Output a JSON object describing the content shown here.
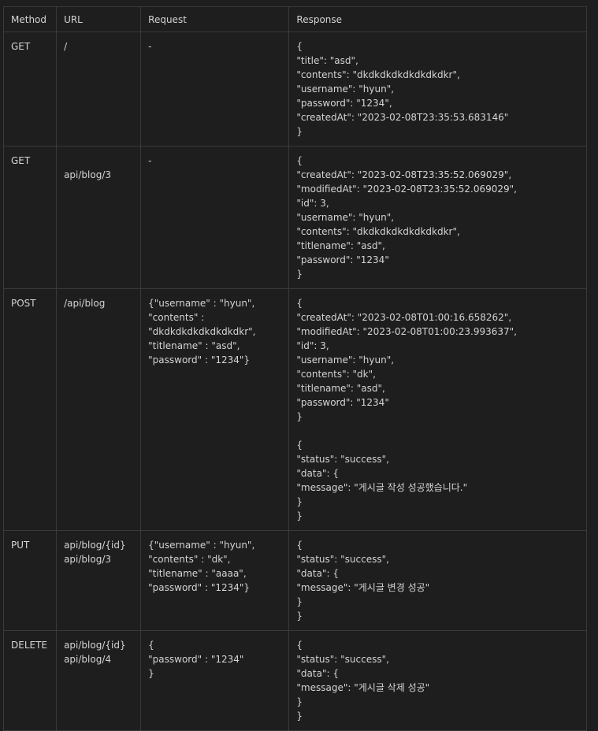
{
  "headers": {
    "method": "Method",
    "url": "URL",
    "request": "Request",
    "response": "Response"
  },
  "rows": [
    {
      "method": "GET",
      "url": [
        "/"
      ],
      "request": [
        "-"
      ],
      "response": [
        "{",
        "\"title\": \"asd\",",
        "\"contents\": \"dkdkdkdkdkdkdkdkr\",",
        "\"username\": \"hyun\",",
        "\"password\": \"1234\",",
        "\"createdAt\": \"2023-02-08T23:35:53.683146\"",
        "}"
      ]
    },
    {
      "method": "GET",
      "url": [
        "",
        "api/blog/3"
      ],
      "request": [
        "-"
      ],
      "response": [
        "{",
        "\"createdAt\": \"2023-02-08T23:35:52.069029\",",
        "\"modifiedAt\": \"2023-02-08T23:35:52.069029\",",
        "\"id\": 3,",
        "\"username\": \"hyun\",",
        "\"contents\": \"dkdkdkdkdkdkdkdkr\",",
        "\"titlename\": \"asd\",",
        "\"password\": \"1234\"",
        "}"
      ]
    },
    {
      "method": "POST",
      "url": [
        "/api/blog"
      ],
      "request": [
        "{\"username\" : \"hyun\",",
        "\"contents\" :",
        "\"dkdkdkdkdkdkdkdkr\",",
        "\"titlename\" : \"asd\",",
        "\"password\" : \"1234\"}"
      ],
      "response": [
        "{",
        "\"createdAt\": \"2023-02-08T01:00:16.658262\",",
        "\"modifiedAt\": \"2023-02-08T01:00:23.993637\",",
        "\"id\": 3,",
        "\"username\": \"hyun\",",
        "\"contents\": \"dk\",",
        "\"titlename\": \"asd\",",
        "\"password\": \"1234\"",
        "}",
        "",
        "{",
        "\"status\": \"success\",",
        "\"data\": {",
        "\"message\": \"게시글 작성 성공했습니다.\"",
        "}",
        "}"
      ]
    },
    {
      "method": "PUT",
      "url": [
        "api/blog/{id}",
        "api/blog/3"
      ],
      "request": [
        "{\"username\" : \"hyun\",",
        "\"contents\" : \"dk\",",
        "\"titlename\" : \"aaaa\",",
        "\"password\" : \"1234\"}"
      ],
      "response": [
        "{",
        "\"status\": \"success\",",
        "\"data\": {",
        "\"message\": \"게시글 변경 성공\"",
        "}",
        "}"
      ]
    },
    {
      "method": "DELETE",
      "url": [
        "api/blog/{id}",
        "api/blog/4"
      ],
      "request": [
        "{",
        "\"password\" : \"1234\"",
        "}"
      ],
      "response": [
        "{",
        "\"status\": \"success\",",
        "\"data\": {",
        "\"message\": \"게시글 삭제 성공\"",
        "}",
        "}"
      ]
    }
  ]
}
